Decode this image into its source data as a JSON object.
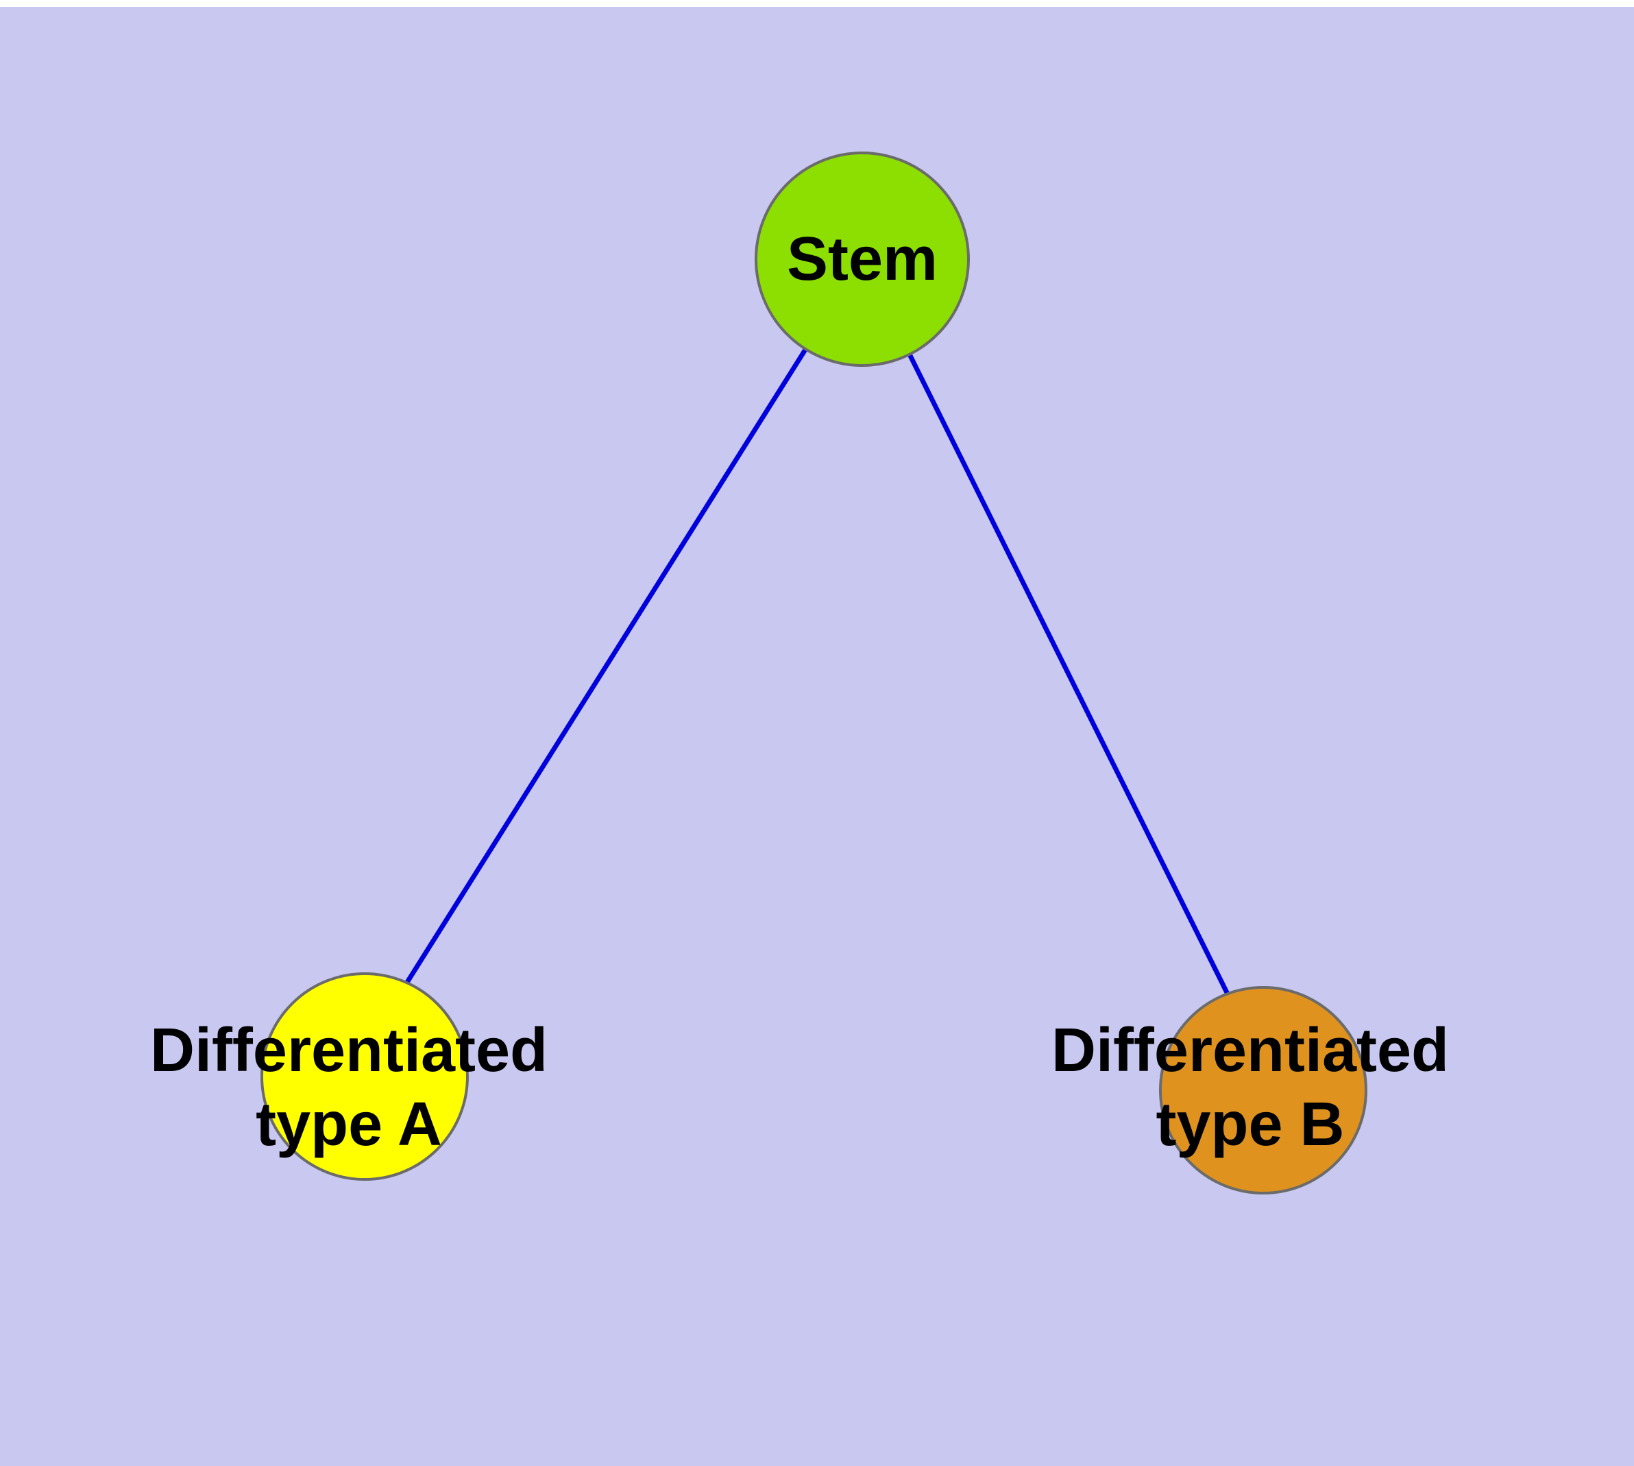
{
  "diagram": {
    "colors": {
      "background": "#c8c8f0",
      "edge": "#0000dd",
      "node_border": "#6b6b6b",
      "label_text": "#000000"
    },
    "nodes": {
      "stem": {
        "label": "Stem",
        "color": "#8cdf00"
      },
      "type_a": {
        "label_line1": "Differentiated",
        "label_line2": "type A",
        "color": "#ffff00"
      },
      "type_b": {
        "label_line1": "Differentiated",
        "label_line2": "type B",
        "color": "#e0921e"
      }
    },
    "edges": [
      {
        "from": "Stem",
        "to": "Differentiated type A"
      },
      {
        "from": "Stem",
        "to": "Differentiated type B"
      }
    ]
  }
}
